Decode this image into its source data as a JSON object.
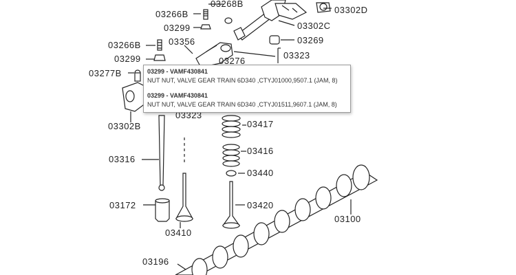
{
  "callouts": {
    "c_03266B_top": "03266B",
    "c_03268B": "03268B",
    "c_03302D": "03302D",
    "c_03299_top": "03299",
    "c_03302C": "03302C",
    "c_03269": "03269",
    "c_03266B_left": "03266B",
    "c_03356": "03356",
    "c_03323_right": "03323",
    "c_03299_left": "03299",
    "c_03276": "03276",
    "c_03277B": "03277B",
    "c_03302B": "03302B",
    "c_03323_mid": "03323",
    "c_03417": "03417",
    "c_03416": "03416",
    "c_03316": "03316",
    "c_03440": "03440",
    "c_03172": "03172",
    "c_03420": "03420",
    "c_03100": "03100",
    "c_03410": "03410",
    "c_03196": "03196"
  },
  "tooltip": {
    "entries": [
      {
        "head": "03299 - VAMF430841",
        "desc": "NUT NUT, VALVE GEAR TRAIN 6D340 ,CTYJ01000,9507.1 (JAM, 8)"
      },
      {
        "head": "03299 - VAMF430841",
        "desc": "NUT NUT, VALVE GEAR TRAIN 6D340 ,CTYJ01511,9607.1 (JAM, 8)"
      }
    ]
  }
}
